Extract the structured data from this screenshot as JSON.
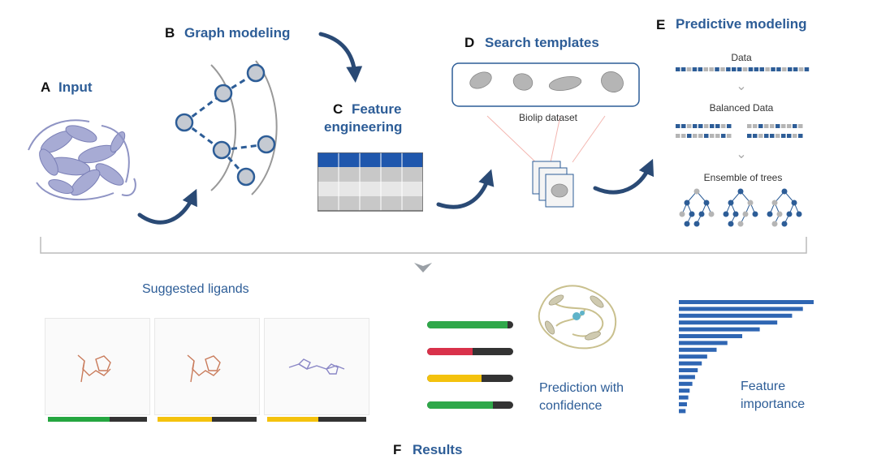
{
  "sections": {
    "a": {
      "letter": "A",
      "title": "Input"
    },
    "b": {
      "letter": "B",
      "title": "Graph modeling"
    },
    "c": {
      "letter": "C",
      "title_line1": "Feature",
      "title_line2": "engineering"
    },
    "d": {
      "letter": "D",
      "title": "Search templates",
      "dataset_label": "Biolip dataset"
    },
    "e": {
      "letter": "E",
      "title": "Predictive modeling",
      "step1": "Data",
      "step2": "Balanced Data",
      "step3": "Ensemble of trees"
    },
    "f": {
      "letter": "F",
      "title": "Results"
    }
  },
  "results": {
    "suggested_ligands": "Suggested ligands",
    "prediction_line1": "Prediction with",
    "prediction_line2": "confidence",
    "feature_line1": "Feature",
    "feature_line2": "importance"
  },
  "ligand_cards": [
    {
      "fill": 0.62,
      "color": "#25a640"
    },
    {
      "fill": 0.55,
      "color": "#f4c20d"
    },
    {
      "fill": 0.52,
      "color": "#f4c20d"
    }
  ],
  "confidence_bars": [
    {
      "fill": 0.93,
      "color": "#2fa84a"
    },
    {
      "fill": 0.53,
      "color": "#d9314a"
    },
    {
      "fill": 0.63,
      "color": "#f4c20d"
    },
    {
      "fill": 0.76,
      "color": "#2fa84a"
    }
  ],
  "feature_importance": [
    1.0,
    0.92,
    0.84,
    0.73,
    0.6,
    0.47,
    0.36,
    0.28,
    0.21,
    0.17,
    0.14,
    0.12,
    0.1,
    0.08,
    0.07,
    0.06,
    0.05
  ],
  "colors": {
    "title": "#2d5d97",
    "arrow": "#2a4a75",
    "node_fill": "#c5cad2",
    "node_stroke": "#2d5d97",
    "bar": "#2f66b3"
  }
}
